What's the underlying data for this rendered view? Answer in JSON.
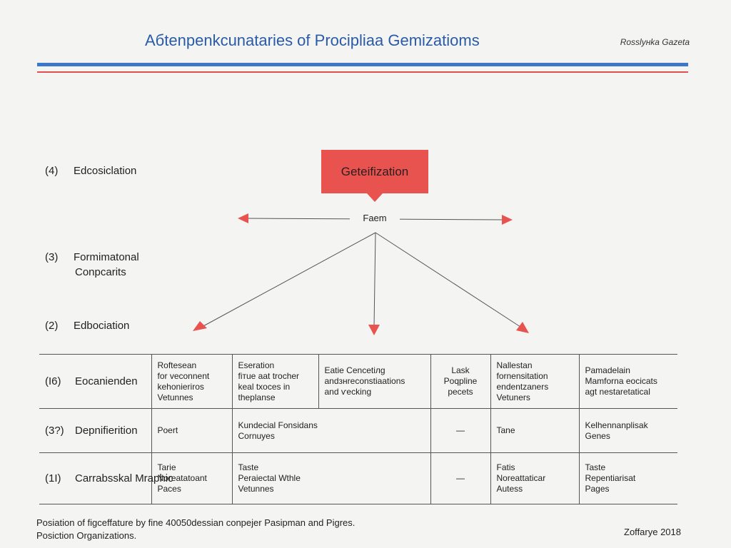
{
  "header": {
    "title": "Aбtenpenkcunataries of Procipliaa Gemizatioms",
    "source": "Rosslyнka Gazeta"
  },
  "levels": [
    {
      "num": "(4)",
      "label_lines": [
        "Edcosiclation"
      ]
    },
    {
      "num": "(3)",
      "label_lines": [
        "Formimatonal",
        "Conpcarits"
      ]
    },
    {
      "num": "(2)",
      "label_lines": [
        "Edbociation"
      ]
    }
  ],
  "diagram": {
    "root": "Geteifization",
    "mid": "Faem"
  },
  "table": {
    "rows": [
      {
        "num": "(I6)",
        "label": "Eocanienden",
        "cells": [
          [
            "Rоftesean",
            "for veconnent",
            "kehonieriros",
            "Vetunnes"
          ],
          [
            "Eseration",
            "fiтue aat trocher",
            "keal txoces in",
            "theplanse"
          ],
          [
            "Eatie Cencetiлg",
            "andзнreconstiaations",
            "and ѵecking"
          ],
          [
            "Lask",
            "Poqpline",
            "pecets"
          ],
          [
            "Nallestan",
            "fornensitation",
            "endentzaners",
            "Vetuners"
          ],
          [
            "Pamadelain",
            "Mamforna eocicats",
            "agt nestaretatical"
          ]
        ]
      },
      {
        "num": "(3?)",
        "label": "Depnifierition",
        "cells": [
          [
            "Poert"
          ],
          [
            "Kundecial Fonsidans",
            "Cornuyes"
          ],
          [],
          [
            "—"
          ],
          [
            "Tane"
          ],
          [
            "Kelhennanplisak",
            "Genes"
          ]
        ]
      },
      {
        "num": "(1I)",
        "label": "Carrabsskal Mraphic",
        "cells": [
          [
            "Tarie",
            "Noreatatoant",
            "Paces"
          ],
          [
            "Taste",
            "Peraiectal Wthle",
            "Vetunnes"
          ],
          [],
          [
            "—"
          ],
          [
            "Fatis",
            "Noreattaticar",
            "Autess"
          ],
          [
            "Taste",
            "Repentiarisat",
            "Pages"
          ]
        ]
      }
    ]
  },
  "footnote": {
    "line1": "Posiation of figceffature by fine 40050dessian conpejer Pasipman and Pigres.",
    "line2": "Posiction Organizations."
  },
  "date": "Zoffarye 2018",
  "colors": {
    "title_blue": "#2a5ba6",
    "rule_blue": "#3c78c8",
    "accent_red": "#e8534f"
  }
}
